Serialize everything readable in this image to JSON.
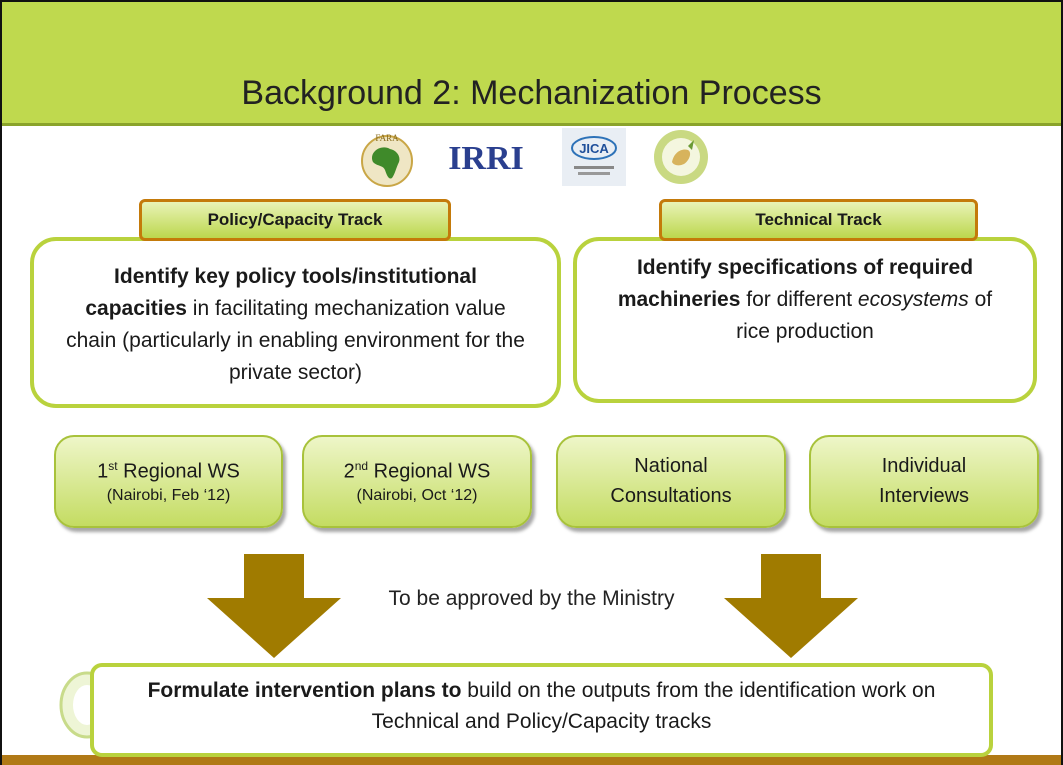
{
  "title": "Background 2: Mechanization Process",
  "logos": [
    {
      "name": "fara-logo",
      "text": "FARA"
    },
    {
      "name": "irri-logo",
      "text": "IRRI"
    },
    {
      "name": "jica-logo",
      "text": "JICA"
    },
    {
      "name": "agra-logo",
      "text": ""
    }
  ],
  "tracks": {
    "policy": {
      "label": "Policy/Capacity Track",
      "bold": "Identify key policy tools/institutional capacities",
      "rest": " in facilitating mechanization value chain (particularly in enabling environment for the private sector)"
    },
    "technical": {
      "label": "Technical Track",
      "bold": "Identify specifications of required machineries",
      "rest_before": " for different ",
      "italic": "ecosystems",
      "rest_after": " of rice production"
    }
  },
  "workshops": [
    {
      "sup": "st",
      "num": "1",
      "title": " Regional WS",
      "sub": "(Nairobi, Feb ‘12)"
    },
    {
      "sup": "nd",
      "num": "2",
      "title": " Regional WS",
      "sub": "(Nairobi, Oct ‘12)"
    },
    {
      "line1": "National",
      "line2": "Consultations"
    },
    {
      "line1": "Individual",
      "line2": "Interviews"
    }
  ],
  "approval_text": "To be approved by the Ministry",
  "final": {
    "bold": "Formulate intervention plans to",
    "rest": " build on the outputs from the identification work on Technical and Policy/Capacity tracks"
  },
  "colors": {
    "title_bar": "#bfd94e",
    "panel_border": "#b9d23d",
    "label_border": "#c47a0a",
    "arrow": "#a07b00",
    "bottom_strip": "#b07916"
  }
}
